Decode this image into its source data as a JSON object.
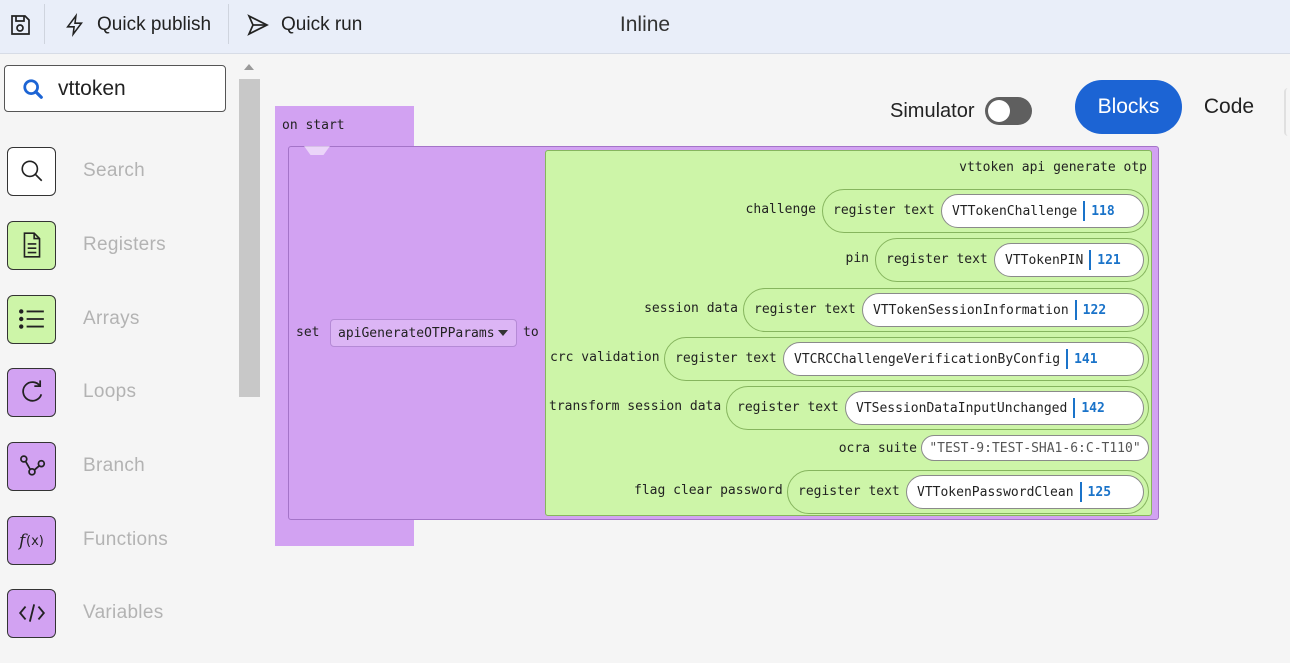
{
  "toolbar": {
    "quick_publish": "Quick publish",
    "quick_run": "Quick run",
    "title": "Inline"
  },
  "search": {
    "value": "vttoken"
  },
  "categories": [
    {
      "label": "Search",
      "icon": "search-icon",
      "color": "#ffffff"
    },
    {
      "label": "Registers",
      "icon": "document-icon",
      "color": "#cdf5a8"
    },
    {
      "label": "Arrays",
      "icon": "list-icon",
      "color": "#cdf5a8"
    },
    {
      "label": "Loops",
      "icon": "loop-icon",
      "color": "#d2a2f2"
    },
    {
      "label": "Branch",
      "icon": "branch-icon",
      "color": "#d2a2f2"
    },
    {
      "label": "Functions",
      "icon": "function-icon",
      "color": "#d2a2f2"
    },
    {
      "label": "Variables",
      "icon": "code-icon",
      "color": "#d2a2f2"
    }
  ],
  "view": {
    "simulator_label": "Simulator",
    "simulator_on": false,
    "blocks_label": "Blocks",
    "code_label": "Code",
    "active": "Blocks"
  },
  "workspace": {
    "event": "on start",
    "set_kw": "set",
    "to_kw": "to",
    "variable": "apiGenerateOTPParams",
    "api_title": "vttoken api generate otp",
    "register_text": "register text",
    "params": [
      {
        "label": "challenge",
        "name": "VTTokenChallenge",
        "num": "118"
      },
      {
        "label": "pin",
        "name": "VTTokenPIN",
        "num": "121"
      },
      {
        "label": "session data",
        "name": "VTTokenSessionInformation",
        "num": "122"
      },
      {
        "label": "crc validation",
        "name": "VTCRCChallengeVerificationByConfig",
        "num": "141"
      },
      {
        "label": "transform session data",
        "name": "VTSessionDataInputUnchanged",
        "num": "142"
      },
      {
        "label": "flag clear password",
        "name": "VTTokenPasswordClean",
        "num": "125"
      }
    ],
    "ocra_label": "ocra suite",
    "ocra_value": "\"TEST-9:TEST-SHA1-6:C-T110\""
  },
  "colors": {
    "accent": "#1c64d4",
    "event_block": "#d2a2f2",
    "api_block": "#cdf5a8",
    "register_number": "#1a73c9"
  }
}
